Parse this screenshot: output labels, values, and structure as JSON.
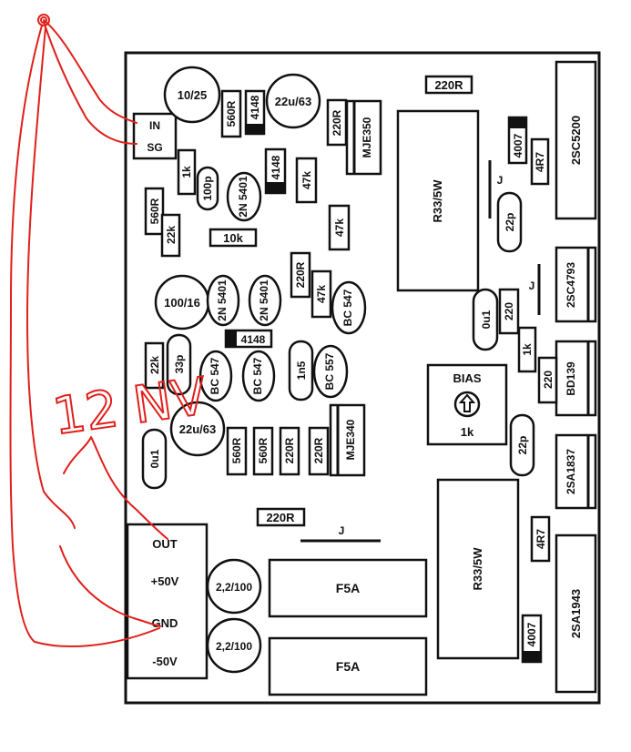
{
  "colors": {
    "ink": "#111111",
    "pen": "#e0201c",
    "board": "#ffffff"
  },
  "labels": {
    "in": "IN",
    "sg": "SG",
    "c_10_25": "10/25",
    "r_560R_top": "560R",
    "d_4148_a": "4148",
    "c_22u63_top": "22u/63",
    "r_220R_top": "220R",
    "t_mje350": "MJE350",
    "r_220R_topright": "220R",
    "d_4007_a": "4007",
    "r_4r7_a": "4R7",
    "t_2sc5200": "2SC5200",
    "r_1k_a": "1k",
    "c_100p": "100p",
    "t_2n5401_a": "2N 5401",
    "d_4148_b": "4148",
    "r_47k_a": "47k",
    "r_r33_a": "R33/5W",
    "j_a": "J",
    "c_22p_a": "22p",
    "r_560R_left": "560R",
    "r_22k_a": "22k",
    "r_10k": "10k",
    "r_47k_b": "47k",
    "t_2sc4793": "2SC4793",
    "c_100_16": "100/16",
    "t_2n5401_b": "2N 5401",
    "t_2n5401_c": "2N 5401",
    "r_220R_mid": "220R",
    "r_47k_c": "47k",
    "t_bc547_a": "BC 547",
    "c_0u1_a": "0u1",
    "r_220_a": "220",
    "j_b": "J",
    "r_1k_b": "1k",
    "t_bd139": "BD139",
    "d_4148_c": "4148",
    "r_22k_b": "22k",
    "c_33p": "33p",
    "t_bc547_b": "BC 547",
    "t_bc547_c": "BC 547",
    "c_1n5": "1n5",
    "t_bc557": "BC 557",
    "r_220_b": "220",
    "bias_title": "BIAS",
    "bias_value": "1k",
    "c_22u63_bot": "22u/63",
    "c_0u1_b": "0u1",
    "r_560R_b1": "560R",
    "r_560R_b2": "560R",
    "r_220R_b1": "220R",
    "r_220R_b2": "220R",
    "t_mje340": "MJE340",
    "c_22p_b": "22p",
    "t_2sa1837": "2SA1837",
    "r_220R_low": "220R",
    "j_c": "J",
    "r_r33_b": "R33/5W",
    "r_4r7_b": "4R7",
    "t_2sa1943": "2SA1943",
    "d_4007_b": "4007",
    "out": "OUT",
    "plus50": "+50V",
    "gnd": "GND",
    "minus50": "-50V",
    "c_2_2_100_a": "2,2/100",
    "c_2_2_100_b": "2,2/100",
    "fuse_a": "F5A",
    "fuse_b": "F5A",
    "note": "12 NV"
  }
}
